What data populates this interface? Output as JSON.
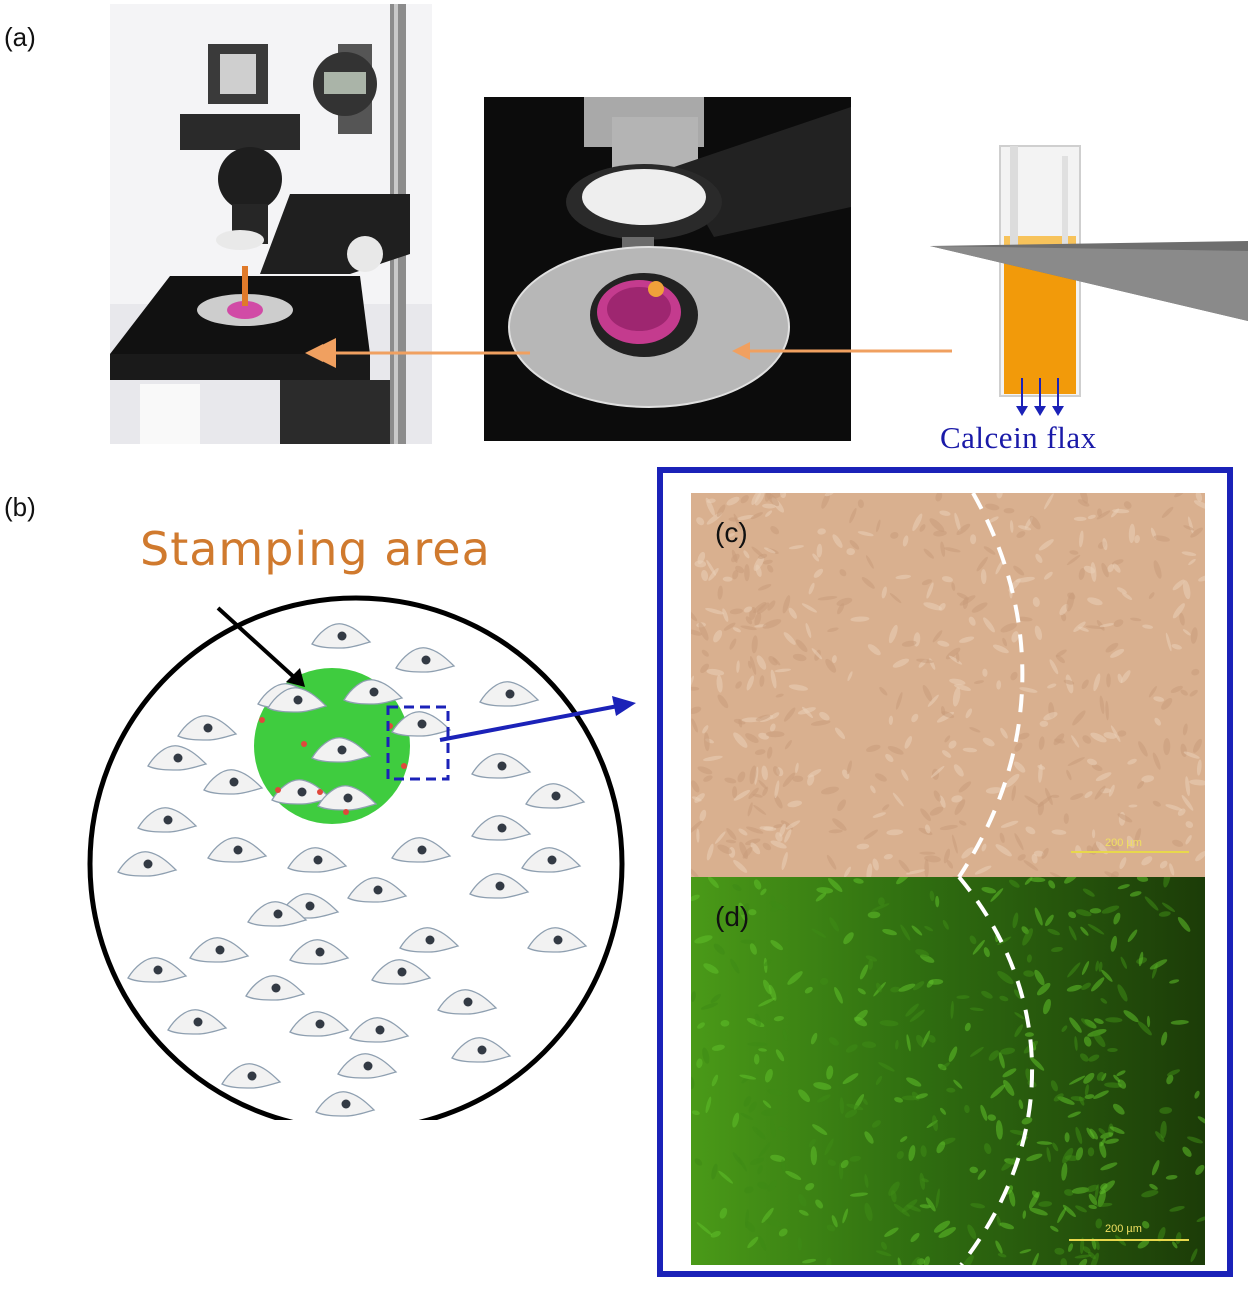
{
  "panels": {
    "a": "(a)",
    "b": "(b)",
    "c": "(c)",
    "d": "(d)"
  },
  "calcein_caption": "Calcein flax",
  "stamping_title": "Stamping area",
  "scale_bar_c": "200 µm",
  "scale_bar_d": "200 µm",
  "colors": {
    "arrow_orange": "#f0a060",
    "arrow_blue": "#1b22b8",
    "frame_blue": "#1b22b8",
    "stamp_green": "#3fcc3f",
    "title_orange": "#d07a2e",
    "fluor_green": "#3a7a10",
    "brightfield": "#d9b08f"
  }
}
